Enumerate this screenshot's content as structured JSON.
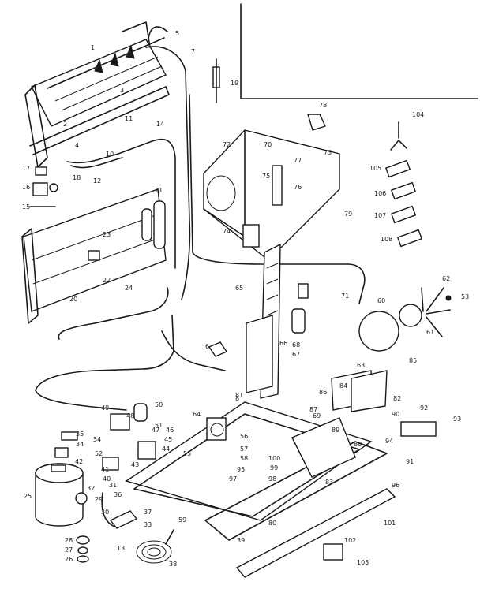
{
  "labels": [
    "1",
    "2",
    "3",
    "4",
    "5",
    "6",
    "7",
    "8",
    "10",
    "11",
    "12",
    "13",
    "14",
    "15",
    "16",
    "17",
    "18",
    "19",
    "20",
    "21",
    "22",
    "23",
    "24",
    "25",
    "26",
    "27",
    "28",
    "29",
    "30",
    "31",
    "32",
    "33",
    "34",
    "35",
    "36",
    "37",
    "38",
    "39",
    "40",
    "41",
    "42",
    "43",
    "44",
    "45",
    "46",
    "47",
    "48",
    "49",
    "50",
    "51",
    "52",
    "53",
    "54",
    "55",
    "56",
    "57",
    "58",
    "59",
    "60",
    "61",
    "62",
    "63",
    "64",
    "65",
    "66",
    "67",
    "68",
    "69",
    "70",
    "71",
    "72",
    "73",
    "74",
    "75",
    "76",
    "77",
    "78",
    "79",
    "80",
    "81",
    "82",
    "83",
    "84",
    "85",
    "86",
    "87",
    "88",
    "89",
    "90",
    "91",
    "92",
    "93",
    "94",
    "95",
    "96",
    "97",
    "98",
    "99",
    "100",
    "101",
    "102",
    "103",
    "104",
    "105",
    "106",
    "107",
    "108"
  ]
}
